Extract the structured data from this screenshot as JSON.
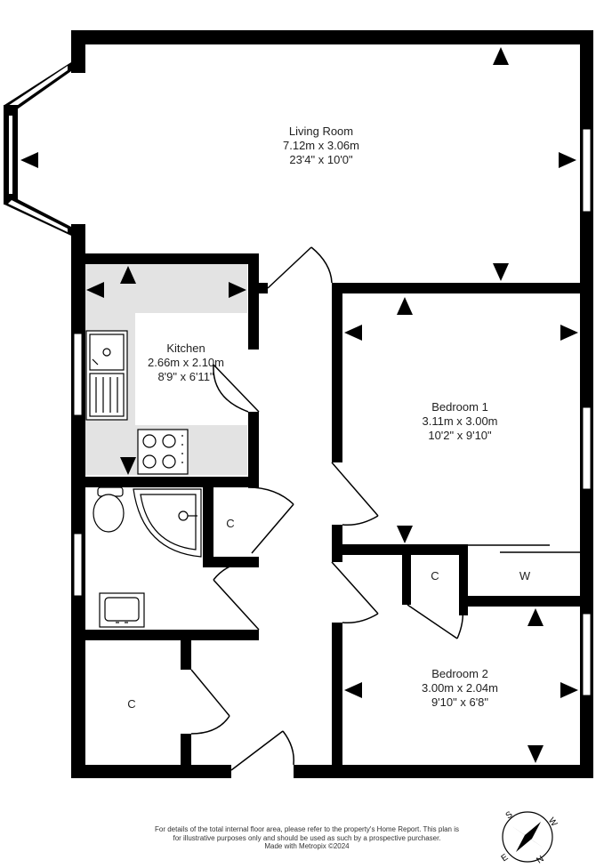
{
  "rooms": {
    "living": {
      "name": "Living Room",
      "metric": "7.12m  x 3.06m",
      "imperial": "23'4\"  x 10'0\""
    },
    "kitchen": {
      "name": "Kitchen",
      "metric": "2.66m  x 2.10m",
      "imperial": "8'9\"  x 6'11\""
    },
    "bedroom1": {
      "name": "Bedroom 1",
      "metric": "3.11m  x 3.00m",
      "imperial": "10'2\"  x 9'10\""
    },
    "bedroom2": {
      "name": "Bedroom 2",
      "metric": "3.00m  x 2.04m",
      "imperial": "9'10\"  x 6'8\""
    }
  },
  "cupboards": {
    "bathroom_cupboard": "C",
    "bedroom2_cupboard": "C",
    "hall_cupboard": "C",
    "wardrobe": "W"
  },
  "compass": {
    "s": "S",
    "w": "W",
    "e": "E",
    "n": "N"
  },
  "footer": {
    "line1": "For details of the total internal floor area, please refer to the property's Home Report. This plan is",
    "line2": "for illustrative purposes only and should be used as such by a prospective purchaser.",
    "line3": "Made with Metropix ©2024"
  },
  "colors": {
    "wall": "#000000",
    "kitchen_floor": "#e3e3e3",
    "window": "#ffffff",
    "text": "#222222"
  }
}
